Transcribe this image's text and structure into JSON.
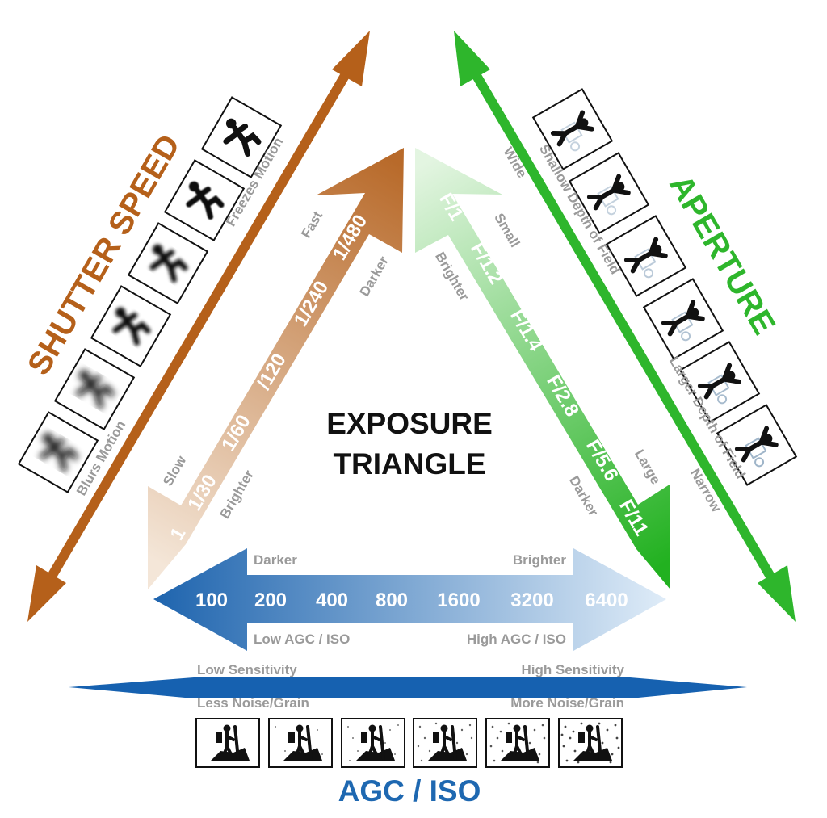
{
  "title": {
    "line1": "EXPOSURE",
    "line2": "TRIANGLE"
  },
  "colors": {
    "shutter": "#b5601a",
    "aperture": "#2eb62c",
    "iso": "#1e68b1",
    "text": "#111111",
    "muted": "#9a9a9a"
  },
  "shutter": {
    "heading": "SHUTTER SPEED",
    "outer_left": "Blurs Motion",
    "outer_right": "Freezes Motion",
    "values": [
      "1",
      "1/30",
      "1/60",
      "/120",
      "1/240",
      "1/480"
    ],
    "start_top": "Slow",
    "start_bottom": "Brighter",
    "end_top": "Fast",
    "end_bottom": "Darker",
    "icon": "running-person-icon"
  },
  "aperture": {
    "heading": "APERTURE",
    "outer_top_1": "Wide",
    "outer_top_2": "Shallow Depth of Field",
    "outer_bottom_1": "Larger Depth of Field",
    "outer_bottom_2": "Narrow",
    "values": [
      "F/1",
      "F/1.2",
      "F/1.4",
      "F/2.8",
      "F/5.6",
      "F/11"
    ],
    "start_top": "Small",
    "start_bottom": "Brighter",
    "end_top": "Large",
    "end_bottom": "Darker",
    "icon": "cheering-person-icon"
  },
  "iso": {
    "heading": "AGC / ISO",
    "values": [
      "100",
      "200",
      "400",
      "800",
      "1600",
      "3200",
      "6400"
    ],
    "top_left": "Darker",
    "top_right": "Brighter",
    "bottom_left": "Low AGC / ISO",
    "bottom_right": "High AGC / ISO",
    "sens_left": "Low Sensitivity",
    "sens_right": "High Sensitivity",
    "noise_left": "Less Noise/Grain",
    "noise_right": "More Noise/Grain",
    "icon": "hiker-icon"
  }
}
